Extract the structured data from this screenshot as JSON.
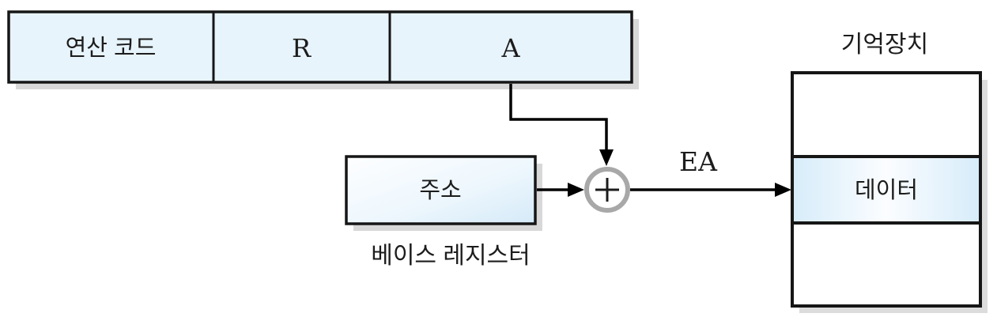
{
  "diagram": {
    "instruction_word": {
      "fields": [
        {
          "label": "연산 코드"
        },
        {
          "label": "R"
        },
        {
          "label": "A"
        }
      ]
    },
    "base_register": {
      "box_label": "주소",
      "caption": "베이스 레지스터"
    },
    "adder": {
      "symbol": "+"
    },
    "effective_address_label": "EA",
    "memory": {
      "title": "기억장치",
      "cells": [
        {
          "label": ""
        },
        {
          "label": "데이터"
        },
        {
          "label": ""
        }
      ]
    },
    "colors": {
      "box_fill": "#e8f4fc",
      "gradient_light": "#fdfeff",
      "gradient_blue": "#d8ecf9",
      "border": "#161616",
      "shadow": "#d8d8d8",
      "adder_ring": "#a8a8a8"
    }
  }
}
